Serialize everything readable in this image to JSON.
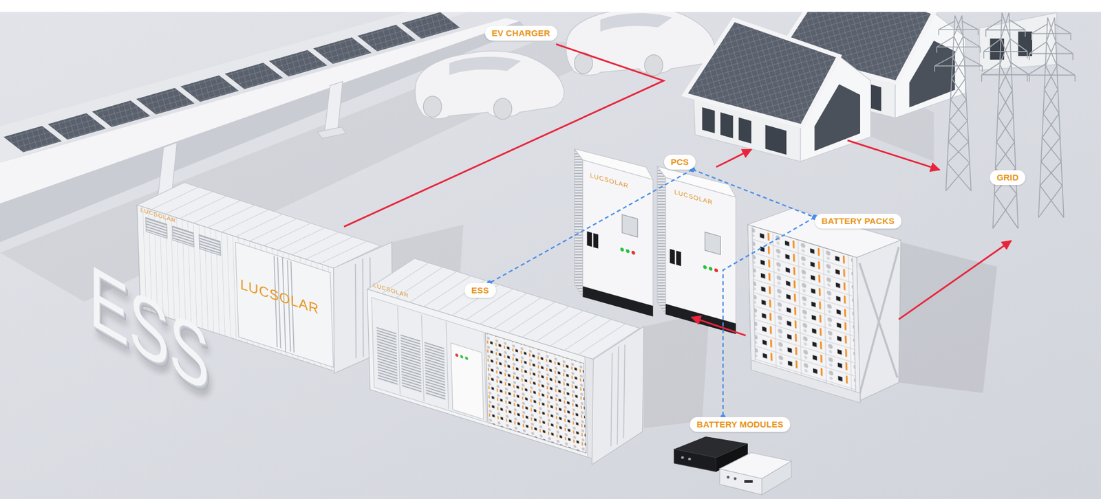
{
  "diagram": {
    "nodes": [
      {
        "text": [
          "EV CHARGER"
        ]
      },
      {
        "text": [
          "PCS"
        ]
      },
      {
        "text": [
          "GRID"
        ]
      },
      {
        "text": [
          "BATTERY PACKS"
        ]
      },
      {
        "text": [
          "ESS"
        ]
      },
      {
        "text": [
          "BATTERY MODULES"
        ]
      }
    ],
    "edges": [
      {
        "from": 1,
        "to": 4,
        "arrow": "none"
      },
      {
        "from": 1,
        "to": 3,
        "arrow": "none"
      },
      {
        "from": 3,
        "to": 5,
        "arrow": "none"
      }
    ],
    "labels": [
      "LUCSOLAR",
      "LUCSOLAR",
      "LUCSOLAR",
      "LUCSOLAR",
      "LUCSOLAR",
      "ESS"
    ]
  }
}
